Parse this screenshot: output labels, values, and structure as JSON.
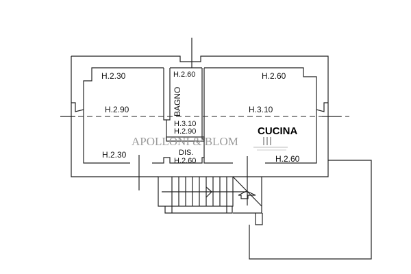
{
  "rooms": {
    "top_left_height": "H.2.30",
    "left_mid_height": "H.2.90",
    "bottom_left_height": "H.2.30",
    "bagno_label": "BAGNO",
    "bagno_height": "H.2.60",
    "dis_height_a": "H.3.10",
    "dis_height_b": "H.2.90",
    "dis_label": "DIS.",
    "dis_height_c": "H.2.60",
    "top_right_height": "H.2.60",
    "right_mid_height": "H.3.10",
    "cucina_label": "CUCINA",
    "bottom_right_height": "H.2.60"
  },
  "watermark": "APOLLONI & BLOM"
}
